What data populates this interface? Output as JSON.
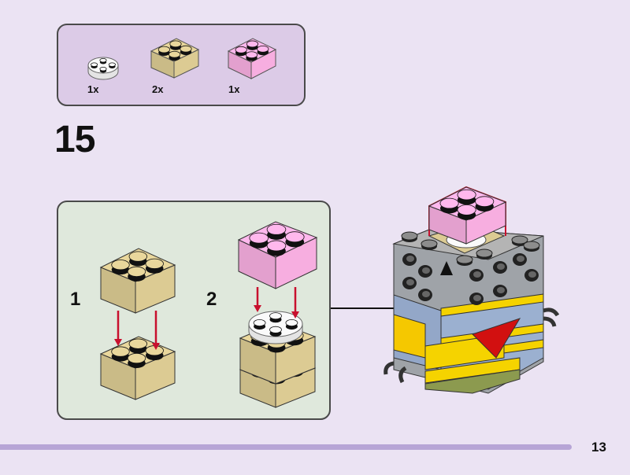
{
  "parts_list": {
    "items": [
      {
        "part": "white-round-plate-2x2",
        "quantity": "1x",
        "color": "#f5f5f5"
      },
      {
        "part": "tan-brick-2x2",
        "quantity": "2x",
        "color": "#dccb93"
      },
      {
        "part": "pink-brick-2x2",
        "quantity": "1x",
        "color": "#f7aee0"
      }
    ]
  },
  "step": {
    "number": "15"
  },
  "sub_steps": [
    {
      "number": "1"
    },
    {
      "number": "2"
    }
  ],
  "page": {
    "number": "13"
  },
  "colors": {
    "background": "#ebe3f3",
    "parts_box": "#dccbe7",
    "sub_panel": "#dfe8dc",
    "arrow_red": "#c8102e",
    "page_bar": "#b7a5d6"
  }
}
